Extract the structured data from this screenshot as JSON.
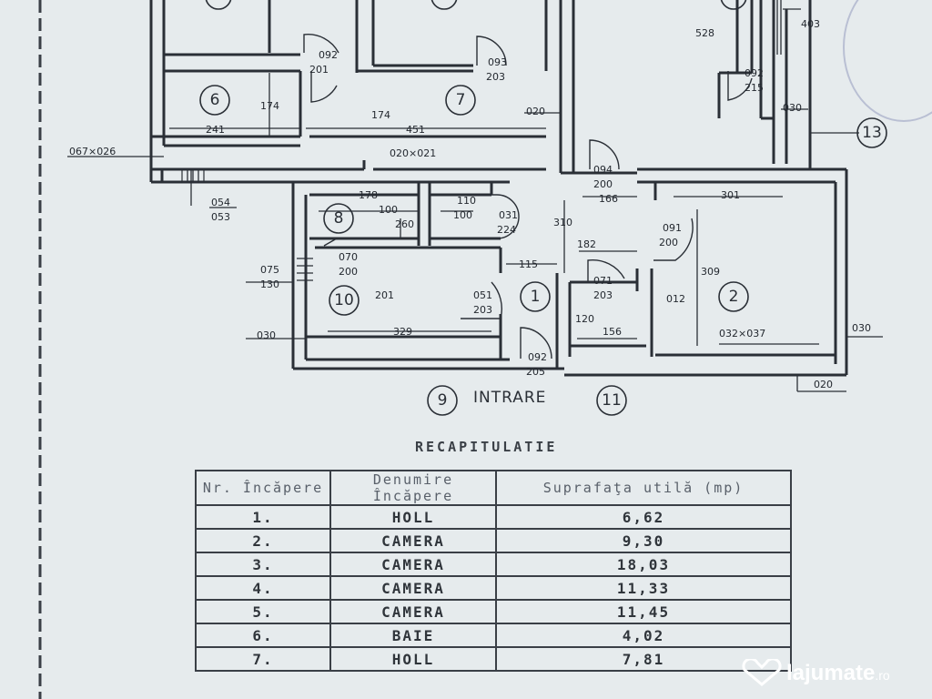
{
  "plan": {
    "rooms": [
      "1",
      "2",
      "6",
      "7",
      "8",
      "9",
      "10",
      "11",
      "13"
    ],
    "entrance_label": "INTRARE",
    "dims": [
      "528",
      "403",
      "092",
      "201",
      "093",
      "203",
      "092",
      "215",
      "174",
      "241",
      "174",
      "451",
      "030",
      "020",
      "067×026",
      "020×021",
      "094",
      "200",
      "166",
      "301",
      "054",
      "053",
      "178",
      "100",
      "260",
      "110",
      "100",
      "031",
      "224",
      "310",
      "091",
      "200",
      "070",
      "200",
      "075",
      "130",
      "201",
      "182",
      "115",
      "051",
      "203",
      "071",
      "203",
      "309",
      "012",
      "120",
      "156",
      "032×037",
      "030",
      "329",
      "092",
      "205",
      "020",
      "030"
    ]
  },
  "recap": {
    "title": "RECAPITULATIE",
    "headers": [
      "Nr. Încăpere",
      "Denumire Încăpere",
      "Suprafaţa utilă (mp)"
    ],
    "rows": [
      {
        "nr": "1.",
        "name": "HOLL",
        "area": "6,62"
      },
      {
        "nr": "2.",
        "name": "CAMERA",
        "area": "9,30"
      },
      {
        "nr": "3.",
        "name": "CAMERA",
        "area": "18,03"
      },
      {
        "nr": "4.",
        "name": "CAMERA",
        "area": "11,33"
      },
      {
        "nr": "5.",
        "name": "CAMERA",
        "area": "11,45"
      },
      {
        "nr": "6.",
        "name": "BAIE",
        "area": "4,02"
      },
      {
        "nr": "7.",
        "name": "HOLL",
        "area": "7,81"
      }
    ]
  },
  "watermark": {
    "brand": "lajumate",
    "tld": ".ro"
  }
}
